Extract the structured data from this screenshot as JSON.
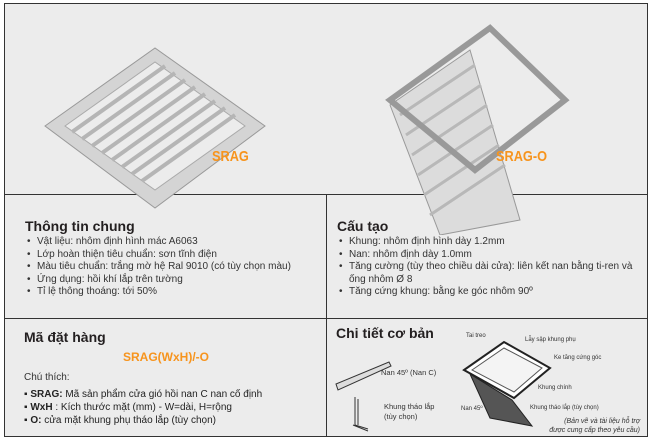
{
  "products": [
    {
      "label": "SRAG"
    },
    {
      "label": "SRAG-O"
    }
  ],
  "general": {
    "title": "Thông tin chung",
    "items": [
      "Vật liệu: nhôm định hình mác A6063",
      "Lớp hoàn thiện tiêu chuẩn: sơn tĩnh điện",
      "Màu tiêu chuẩn: trắng mờ hệ Ral 9010 (có tùy chọn màu)",
      "Ứng dụng: hồi khí lắp trên tường",
      "Tỉ lệ thông thoáng: tới 50%"
    ]
  },
  "structure": {
    "title": "Cấu tạo",
    "items": [
      "Khung: nhôm định hình dày 1.2mm",
      "Nan: nhôm định dày 1.0mm",
      "Tăng cường (tùy theo chiều dài cửa): liên kết nan bằng ti-ren và ống nhôm Ø 8",
      "Tăng cứng khung: bằng ke góc nhôm 90º"
    ]
  },
  "order": {
    "title": "Mã đặt hàng",
    "code": "SRAG(WxH)/-O",
    "note_label": "Chú thích:",
    "legend": [
      {
        "key": "SRAG:",
        "text": " Mã sản phẩm cửa gió hồi nan C nan cố định"
      },
      {
        "key": "WxH",
        "text": " : Kích thước mặt (mm) - W=dài, H=rộng"
      },
      {
        "key": "O:",
        "text": " cửa mặt khung phụ tháo lắp (tùy chọn)"
      }
    ]
  },
  "details": {
    "title": "Chi tiết cơ bản",
    "blade_label": "Nan 45º (Nan C)",
    "frame_label_1": "Khung tháo lắp",
    "frame_label_2": "(tùy chọn)",
    "callouts": {
      "tai_treo": "Tai treo",
      "lay_sap": "Lẫy sập khung phụ",
      "ke": "Ke tăng cứng góc",
      "khung_chinh": "Khung chính",
      "khung_thao": "Khung tháo lắp (tùy chọn)",
      "nan": "Nan 45º"
    },
    "footnote_1": "(Bản vẽ và tài liệu hỗ trợ",
    "footnote_2": "được cung cấp theo yêu cầu)"
  },
  "accent": "#f7941d"
}
